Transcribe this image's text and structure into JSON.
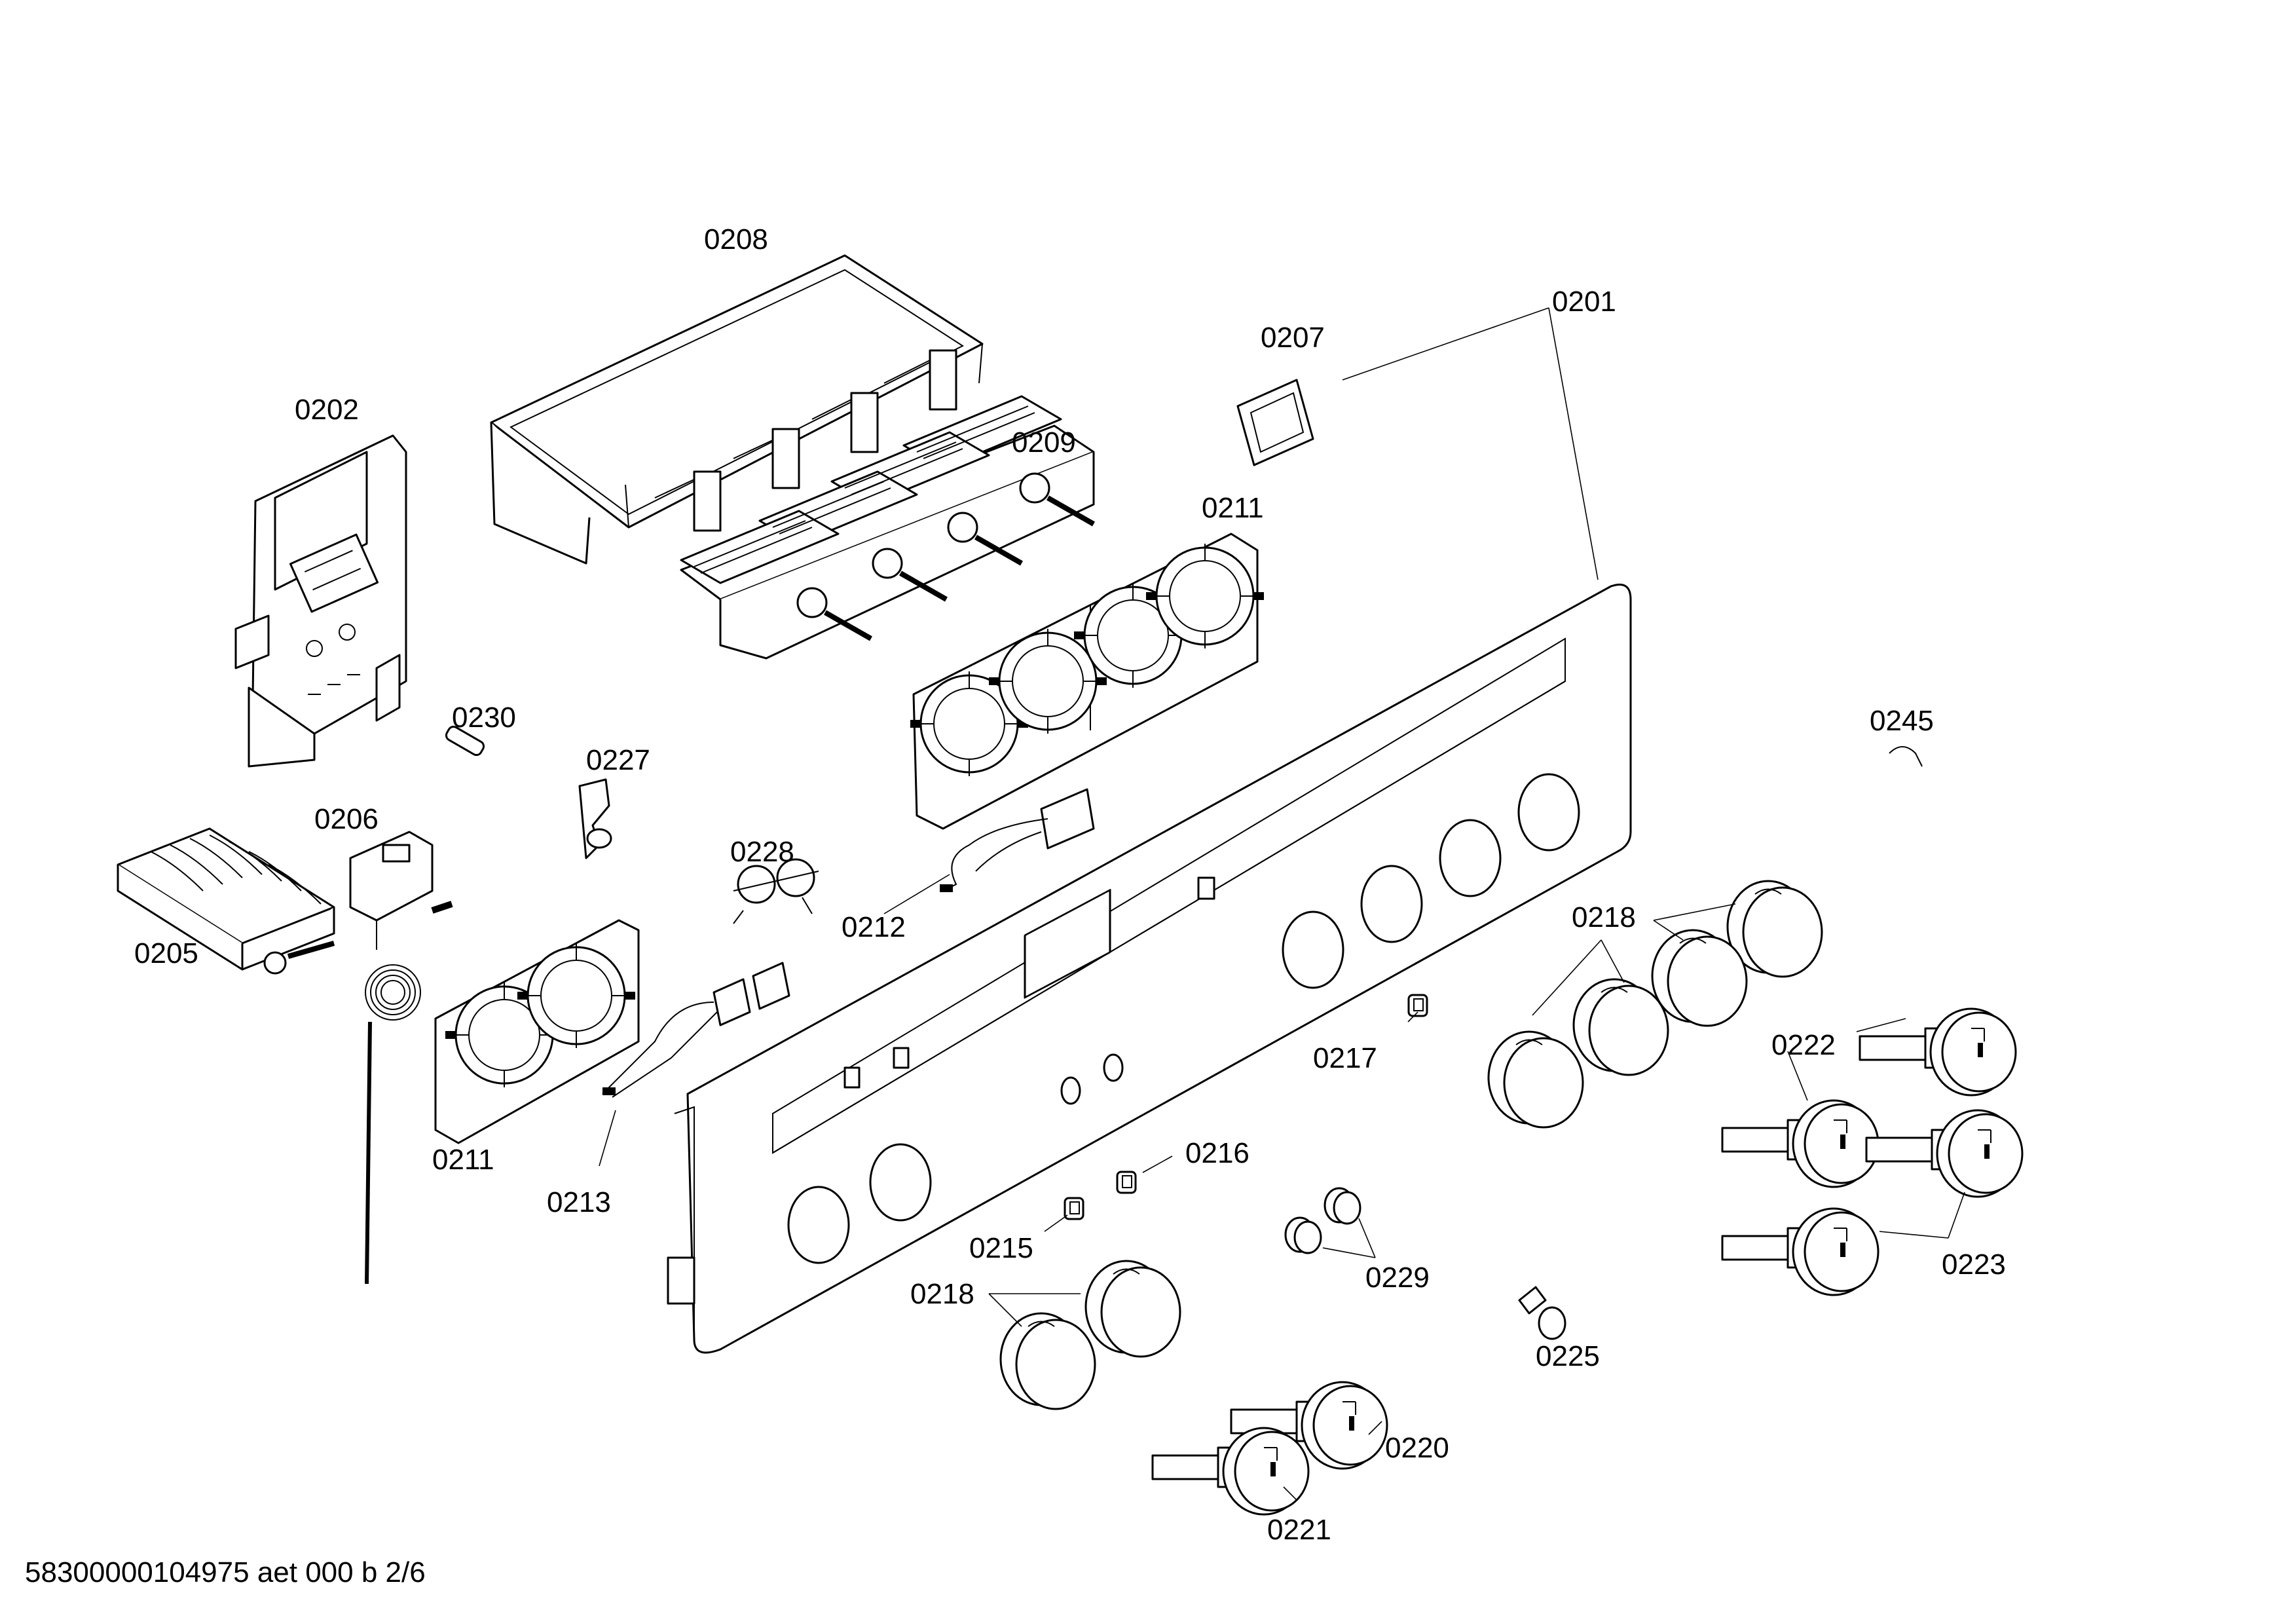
{
  "drawing": {
    "footer": "58300000104975 aet 000 b 2/6",
    "labels": {
      "p0201": "0201",
      "p0202": "0202",
      "p0205": "0205",
      "p0206": "0206",
      "p0207": "0207",
      "p0208": "0208",
      "p0209": "0209",
      "p0211_top": "0211",
      "p0211_bottom": "0211",
      "p0212": "0212",
      "p0213": "0213",
      "p0215": "0215",
      "p0216": "0216",
      "p0217": "0217",
      "p0218_right": "0218",
      "p0218_bottom": "0218",
      "p0220": "0220",
      "p0221": "0221",
      "p0222": "0222",
      "p0223": "0223",
      "p0225": "0225",
      "p0227": "0227",
      "p0228": "0228",
      "p0229": "0229",
      "p0230": "0230",
      "p0245": "0245"
    }
  }
}
